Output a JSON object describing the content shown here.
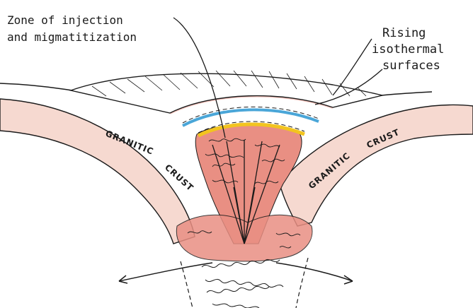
{
  "labels": {
    "zone_line1": "Zone of injection",
    "zone_line2": "and migmatitization",
    "rising_line1": "Rising",
    "rising_line2": "isothermal",
    "rising_line3": "surfaces",
    "crust_left_1": "GRANITIC",
    "crust_left_2": "CRUST",
    "crust_right_1": "GRANITIC",
    "crust_right_2": "CRUST"
  },
  "colors": {
    "crust_fill": "#f6d9d0",
    "migmatite_fill": "#e98f83",
    "isotherm_blue": "#4aa6d8",
    "isotherm_yellow": "#f2c41f",
    "ink": "#1a1a1a"
  }
}
